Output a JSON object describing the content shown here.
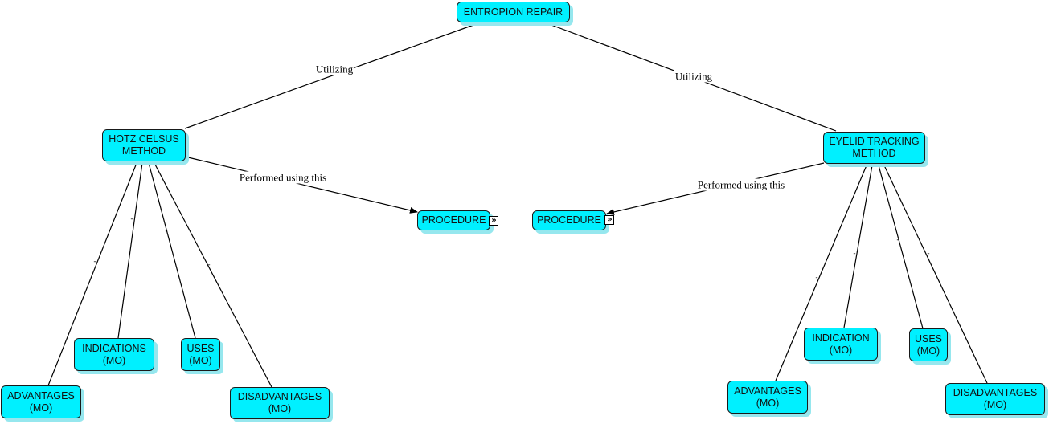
{
  "nodes": {
    "root": "ENTROPION REPAIR",
    "hotz": "HOTZ CELSUS\nMETHOD",
    "eyelid": "EYELID TRACKING\nMETHOD",
    "procedure_left": "PROCEDURE",
    "procedure_right": "PROCEDURE",
    "hotz_advantages": "ADVANTAGES\n(MO)",
    "hotz_indications": "INDICATIONS\n(MO)",
    "hotz_uses": "USES\n(MO)",
    "hotz_disadvantages": "DISADVANTAGES\n(MO)",
    "eyelid_advantages": "ADVANTAGES\n(MO)",
    "eyelid_indication": "INDICATION\n(MO)",
    "eyelid_uses": "USES\n(MO)",
    "eyelid_disadvantages": "DISADVANTAGES\n(MO)"
  },
  "links": {
    "utilizing_left": "Utilizing",
    "utilizing_right": "Utilizing",
    "performed_left": "Performed using this",
    "performed_right": "Performed using this",
    "tick": "-"
  },
  "colors": {
    "node_fill": "#00f0ff",
    "node_shadow": "#96e7ee",
    "node_border": "#1a1a1a",
    "line": "#000000"
  },
  "icons": {
    "expand": "double-chevron-right-icon"
  }
}
